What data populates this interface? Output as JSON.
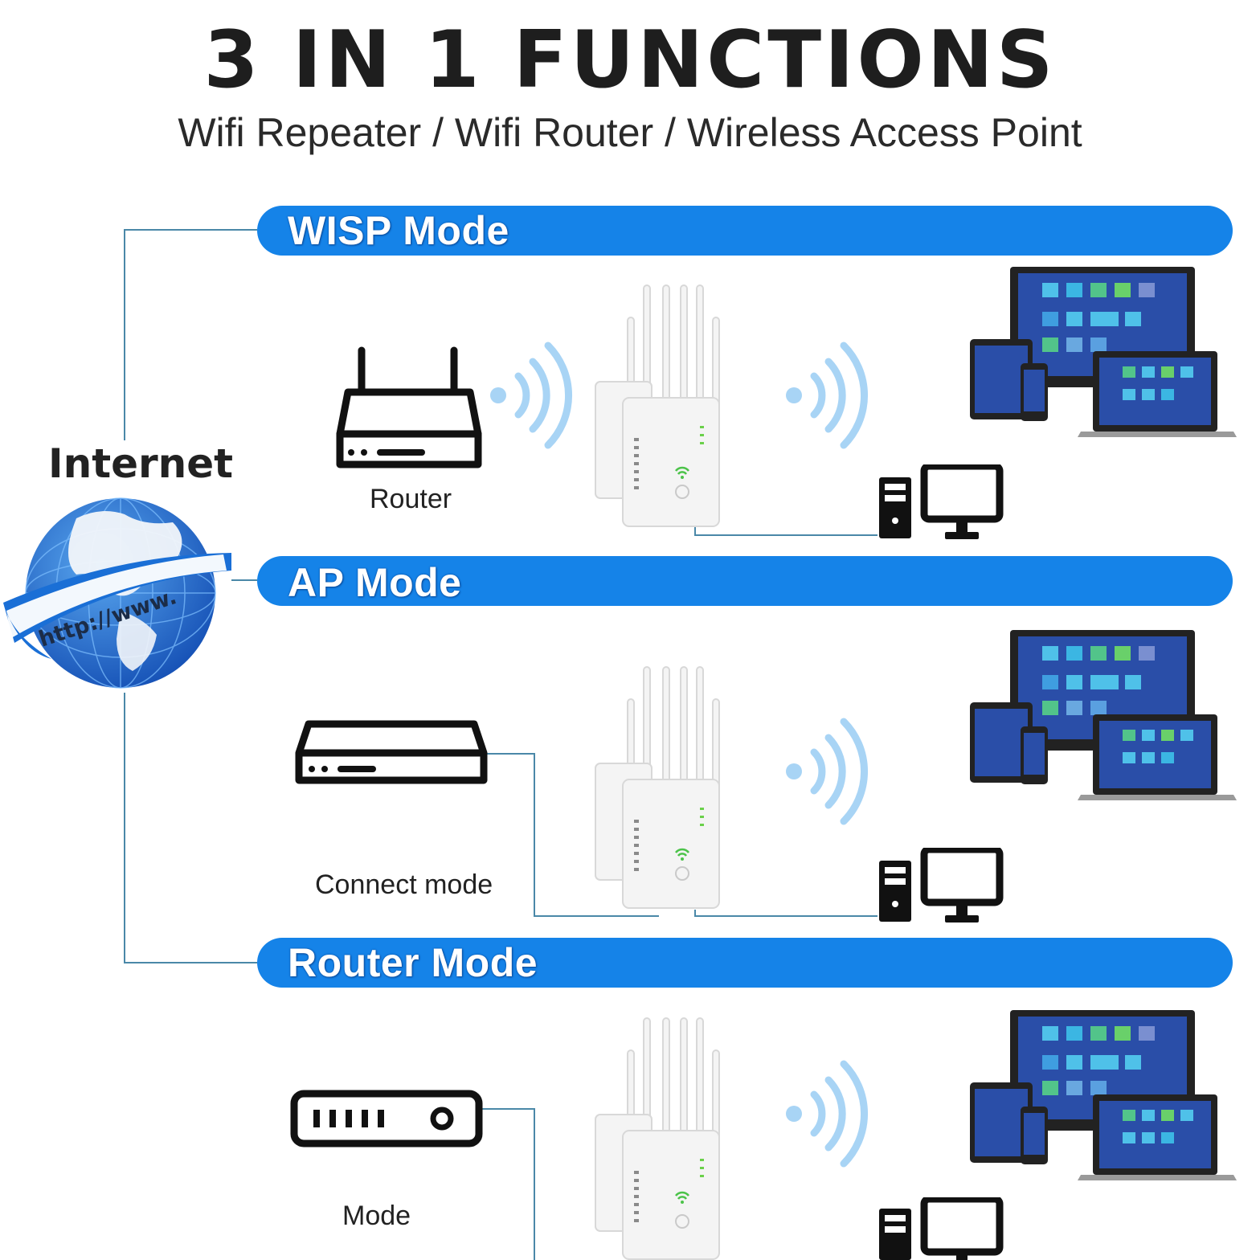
{
  "title": "3 IN 1 FUNCTIONS",
  "subtitle": "Wifi Repeater / Wifi Router / Wireless Access Point",
  "internet": {
    "label": "Internet",
    "globe_text": "http://www."
  },
  "modes": [
    {
      "name": "WISP Mode",
      "source_label": "Router",
      "source_icon": "router-icon"
    },
    {
      "name": "AP Mode",
      "source_label": "Connect mode",
      "source_icon": "switch-icon"
    },
    {
      "name": "Router Mode",
      "source_label": "Mode",
      "source_icon": "modem-icon"
    }
  ],
  "colors": {
    "banner": "#1583e8",
    "line": "#4a88a8",
    "wifi_wave": "#a8d4f5",
    "screen": "#2a4ea8"
  }
}
